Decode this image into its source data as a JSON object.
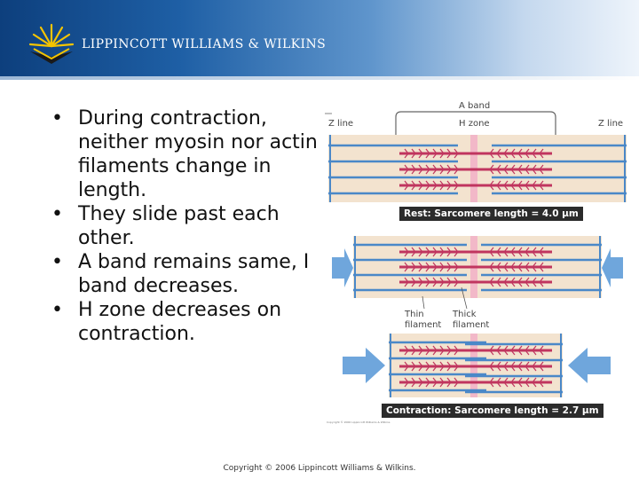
{
  "brand": {
    "name": "LIPPINCOTT WILLIAMS & WILKINS"
  },
  "bullets": [
    "During contraction, neither myosin nor actin filaments change in length.",
    "They slide past each other.",
    "A band remains same, I band decreases.",
    "H zone decreases on contraction."
  ],
  "figure": {
    "a_band": "A band",
    "h_zone": "H zone",
    "z_line_left": "Z line",
    "z_line_right": "Z line",
    "rest_caption": "Rest: Sarcomere length = 4.0 μm",
    "thin_filament": "Thin filament",
    "thick_filament": "Thick filament",
    "contraction_caption": "Contraction: Sarcomere length = 2.7 μm",
    "credit": "Copyright © 2006 Lippincott Williams & Wilkins"
  },
  "footer": "Copyright © 2006 Lippincott Williams & Wilkins.",
  "colors": {
    "header_dark": "#0d3f7d",
    "header_light": "#eef4fb",
    "arrow": "#6fa6dc",
    "myosin": "#c0355f",
    "actin": "#4a88c8"
  }
}
